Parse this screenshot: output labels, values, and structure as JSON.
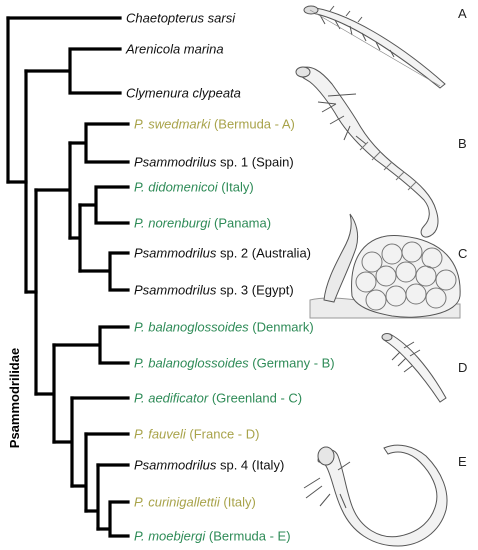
{
  "colors": {
    "black": "#111111",
    "olive": "#a8a34a",
    "green": "#2e8b57",
    "branch": "#000000",
    "ink": "#555555"
  },
  "clade_label": "Psammodrilidae",
  "taxa": [
    {
      "name": "Chaetopterus sarsi",
      "note": "",
      "color": "black"
    },
    {
      "name": "Arenicola marina",
      "note": "",
      "color": "black"
    },
    {
      "name": "Clymenura clypeata",
      "note": "",
      "color": "black"
    },
    {
      "name": "P. swedmarki",
      "note": " (Bermuda - A)",
      "color": "olive"
    },
    {
      "name": "Psammodrilus",
      "note": " sp. 1 (Spain)",
      "color": "black"
    },
    {
      "name": "P. didomenicoi",
      "note": " (Italy)",
      "color": "green"
    },
    {
      "name": "P. norenburgi",
      "note": " (Panama)",
      "color": "green"
    },
    {
      "name": "Psammodrilus",
      "note": " sp. 2 (Australia)",
      "color": "black"
    },
    {
      "name": "Psammodrilus",
      "note": " sp. 3 (Egypt)",
      "color": "black"
    },
    {
      "name": "P. balanoglossoides",
      "note": " (Denmark)",
      "color": "green"
    },
    {
      "name": "P. balanoglossoides",
      "note": " (Germany - B)",
      "color": "green"
    },
    {
      "name": "P. aedificator",
      "note": " (Greenland - C)",
      "color": "green"
    },
    {
      "name": "P. fauveli",
      "note": " (France - D)",
      "color": "olive"
    },
    {
      "name": "Psammodrilus",
      "note": " sp. 4 (Italy)",
      "color": "black"
    },
    {
      "name": "P. curinigallettii",
      "note": " (Italy)",
      "color": "olive"
    },
    {
      "name": "P. moebjergi",
      "note": " (Bermuda - E)",
      "color": "green"
    }
  ],
  "panels": [
    "A",
    "B",
    "C",
    "D",
    "E"
  ]
}
